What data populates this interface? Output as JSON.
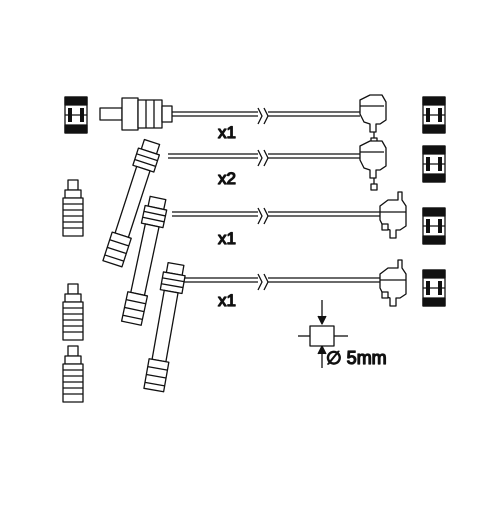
{
  "labels": {
    "wire1": "x1",
    "wire2": "x2",
    "wire3": "x1",
    "wire4": "x1",
    "diameter": "∅ 5mm"
  }
}
